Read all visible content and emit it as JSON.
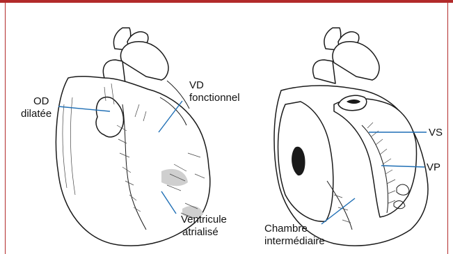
{
  "colors": {
    "frame_border": "#b22a2a",
    "leader_lines": "#1f6fb5",
    "label_text": "#111111",
    "drawing_ink": "#1a1a1a"
  },
  "labels": {
    "od_dilatee": {
      "line1": "OD",
      "line2": "dilatée"
    },
    "vd_fonctionnel": {
      "line1": "VD",
      "line2": "fonctionnel"
    },
    "ventricule_atrialise": {
      "line1": "Ventricule",
      "line2": "atrialisé"
    },
    "vs": "VS",
    "vp": "VP",
    "chambre_intermediaire": {
      "line1": "Chambre",
      "line2": "intermédiaire"
    }
  }
}
